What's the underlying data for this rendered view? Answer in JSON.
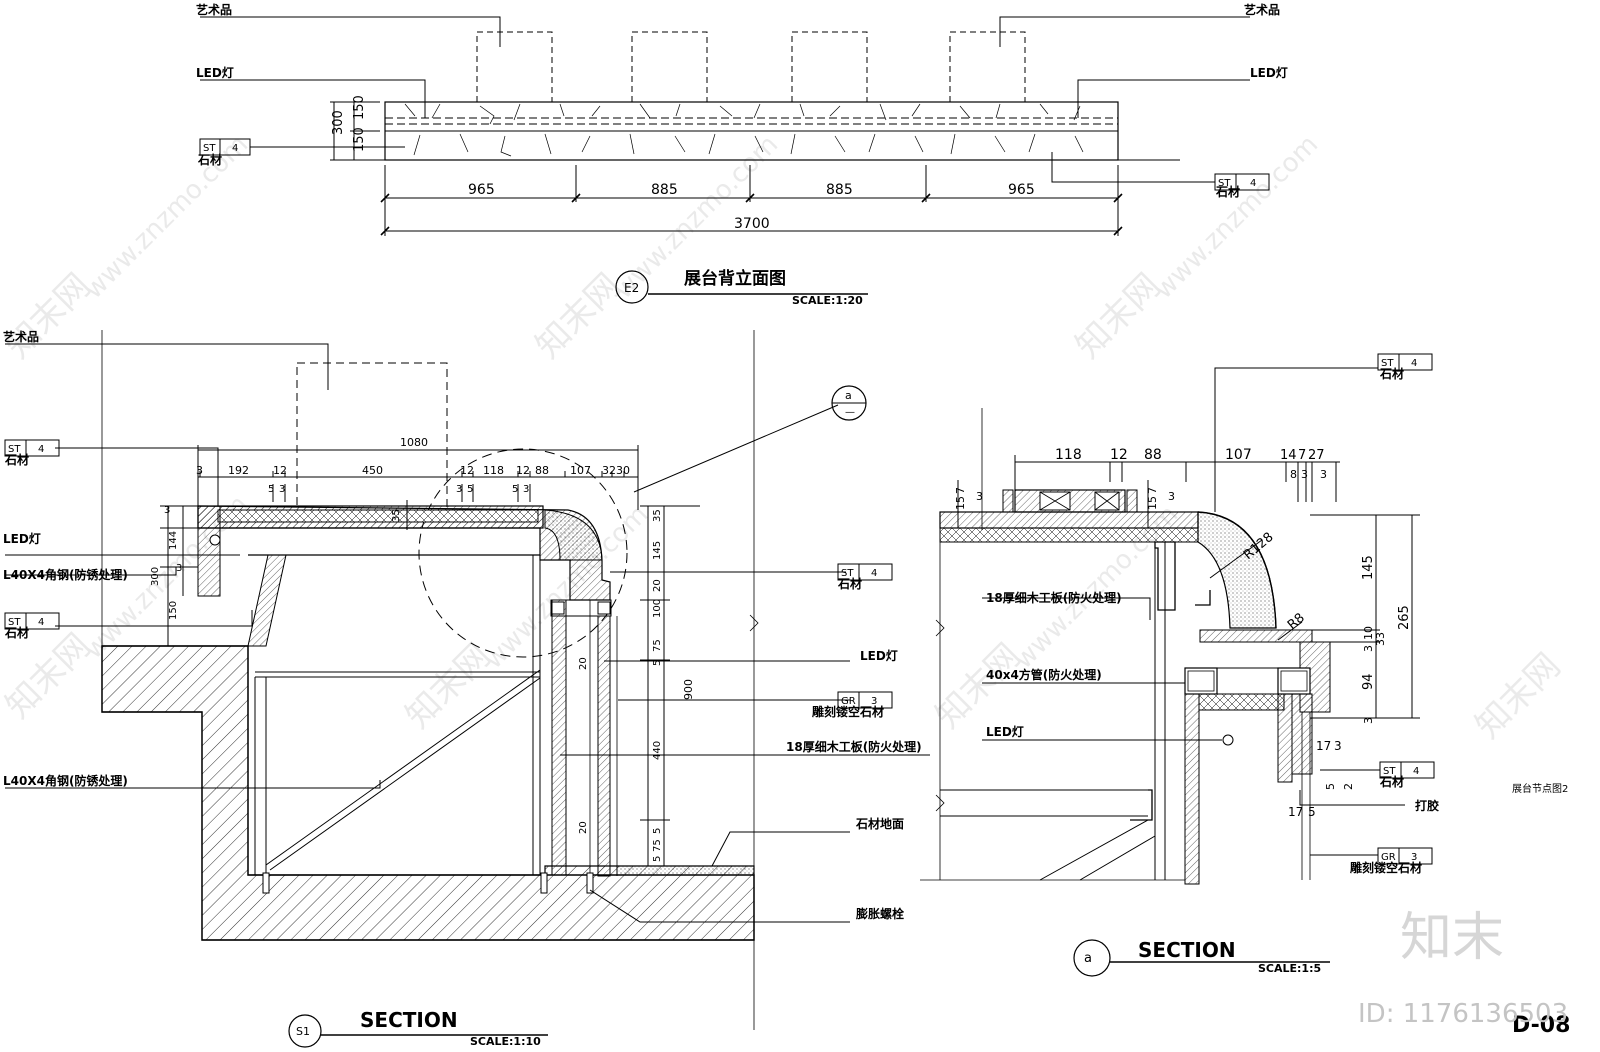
{
  "watermark": {
    "site": "www.znzmo.com",
    "brand": "知末网",
    "logo": "知末",
    "id": "ID: 1176136503"
  },
  "sheet_no": "D-08",
  "elevation": {
    "artwork_left": "艺术品",
    "artwork_right": "艺术品",
    "led_left": "LED灯",
    "led_right": "LED灯",
    "tag_left": {
      "code": "ST",
      "num": "4",
      "name": "石材"
    },
    "tag_right": {
      "code": "ST",
      "num": "4",
      "name": "石材"
    },
    "dims_vert": [
      "300",
      "150",
      "150"
    ],
    "dims_h": [
      "965",
      "885",
      "885",
      "965"
    ],
    "dim_total": "3700",
    "title_no": "E2",
    "title": "展台背立面图",
    "scale": "SCALE:1:20"
  },
  "section1": {
    "artwork": "艺术品",
    "tag_top": {
      "code": "ST",
      "num": "4",
      "name": "石材"
    },
    "led": "LED灯",
    "steel_top": "L40X4角钢(防锈处理)",
    "tag_mid": {
      "code": "ST",
      "num": "4",
      "name": "石材"
    },
    "steel_bottom": "L40X4角钢(防锈处理)",
    "dim_1080": "1080",
    "dims_top": [
      "3",
      "192",
      "12",
      "450",
      "12",
      "118",
      "12",
      "88",
      "107",
      "3230"
    ],
    "dims_small": [
      "5",
      "3",
      "3",
      "5",
      "5",
      "3"
    ],
    "dim_35": "35",
    "dims_left": [
      "3",
      "144",
      "300",
      "3",
      "150"
    ],
    "dims_right": [
      "35",
      "145",
      "20",
      "100",
      "75",
      "5",
      "900",
      "440",
      "5",
      "75",
      "5"
    ],
    "dims_inner": [
      "20",
      "20"
    ],
    "callout": "a",
    "callout_sub": "—",
    "tag_stone": {
      "code": "ST",
      "num": "4",
      "name": "石材"
    },
    "led_right": "LED灯",
    "tag_carve": {
      "code": "GR",
      "num": "3",
      "name": "雕刻镂空石材"
    },
    "board": "18厚细木工板(防火处理)",
    "floor": "石材地面",
    "bolt": "膨胀螺栓",
    "title_no": "S1",
    "title": "SECTION",
    "scale": "SCALE:1:10"
  },
  "section_a": {
    "tag_top": {
      "code": "ST",
      "num": "4",
      "name": "石材"
    },
    "dims_top": [
      "118",
      "12",
      "88",
      "107",
      "14",
      "7",
      "27"
    ],
    "dims_top_small": [
      "8",
      "3",
      "3"
    ],
    "dims_left": [
      "7",
      "15",
      "3"
    ],
    "dims_mid": [
      "7",
      "15",
      "3"
    ],
    "r1": "R128",
    "r2": "R8",
    "board": "18厚细木工板(防火处理)",
    "tube": "40x4方管(防火处理)",
    "led": "LED灯",
    "dims_right": [
      "145",
      "265",
      "10",
      "3",
      "33",
      "94",
      "3"
    ],
    "dims_bottom": [
      "17",
      "3",
      "17",
      "5",
      "5",
      "2"
    ],
    "tag_stone": {
      "code": "ST",
      "num": "4",
      "name": "石材"
    },
    "glue": "打胶",
    "tag_carve": {
      "code": "GR",
      "num": "3",
      "name": "雕刻镂空石材"
    },
    "node_label": "展台节点图2",
    "title_no": "a",
    "title": "SECTION",
    "scale": "SCALE:1:5"
  }
}
